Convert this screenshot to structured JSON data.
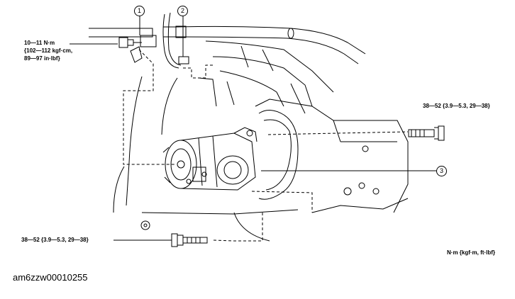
{
  "labels": {
    "torque_1_line1": "10—11 N·m",
    "torque_1_line2": "{102—112 kgf·cm,",
    "torque_1_line3": "89—97 in·lbf}",
    "torque_2": "38—52 {3.9—5.3, 29—38}",
    "torque_3": "38—52 {3.9—5.3, 29—38}",
    "units": "N·m {kgf·m, ft·lbf}"
  },
  "callouts": [
    "1",
    "2",
    "3"
  ],
  "caption": "am6zzw00010255",
  "colors": {
    "line": "#000000",
    "background": "#ffffff"
  }
}
